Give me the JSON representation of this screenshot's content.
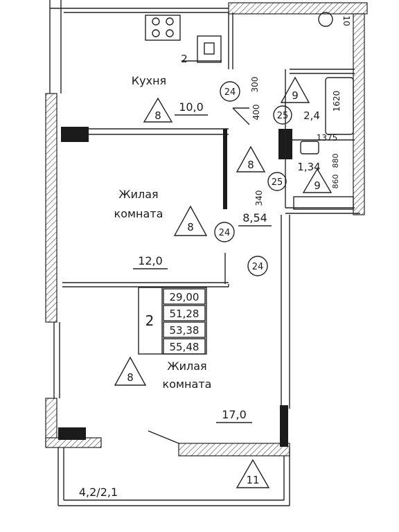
{
  "rooms": {
    "kitchen": {
      "name": "Кухня",
      "area": "10,0",
      "finish": "8",
      "wall_width": "2"
    },
    "living1": {
      "name_line1": "Жилая",
      "name_line2": "комната",
      "area": "12,0",
      "finish": "8"
    },
    "living2": {
      "name_line1": "Жилая",
      "name_line2": "комната",
      "area": "17,0",
      "finish": "8"
    },
    "hall": {
      "area": "8,54",
      "code_a": "24",
      "code_b": "24",
      "code_c": "24"
    },
    "bath": {
      "area": "2,4",
      "finish": "9",
      "code": "25"
    },
    "wc": {
      "area": "1,34",
      "finish": "9",
      "code": "25"
    },
    "balcony": {
      "area": "4,2/2,1",
      "finish": "11"
    }
  },
  "dimensions": {
    "d300": "300",
    "d400": "400",
    "d1620": "1620",
    "d1375": "1375",
    "d340": "340",
    "d10": "10",
    "d860": "860",
    "d880": "880",
    "kitchen_code": "24",
    "hall_finish": "8"
  },
  "summary": {
    "rooms_count": "2",
    "areas": [
      "29,00",
      "51,28",
      "53,38",
      "55,48"
    ]
  }
}
